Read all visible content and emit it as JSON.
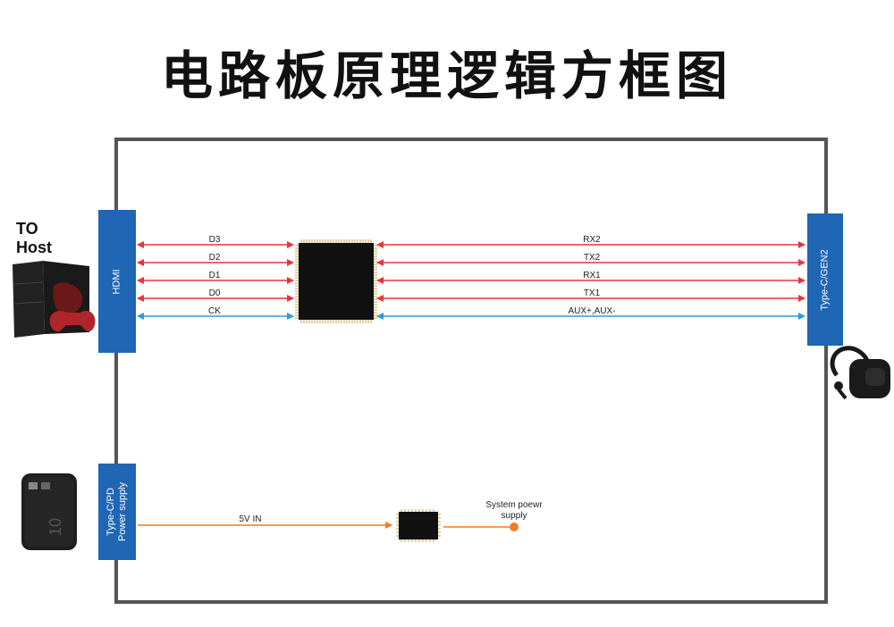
{
  "title": "电路板原理逻辑方框图",
  "host_label_line1": "TO",
  "host_label_line2": "Host",
  "hdmi_label": "HDMI",
  "typec_label": "Type-C/GEN2",
  "power_label_line1": "Type-C/PD",
  "power_label_line2": "Power supply",
  "left_signals": [
    "D3",
    "D2",
    "D1",
    "D0",
    "CK"
  ],
  "right_signals": [
    "RX2",
    "TX2",
    "RX1",
    "TX1",
    "AUX+,AUX-"
  ],
  "power_in_label": "5V IN",
  "system_power_line1": "System poewr",
  "system_power_line2": "supply",
  "colors": {
    "connector": "#1f66b4",
    "data_line": "#e8343a",
    "aux_line": "#2a9be0",
    "power_line": "#f07c28",
    "chip": "#111111"
  },
  "icons": [
    "game-console-icon",
    "vr-headset-icon",
    "power-bank-icon"
  ]
}
